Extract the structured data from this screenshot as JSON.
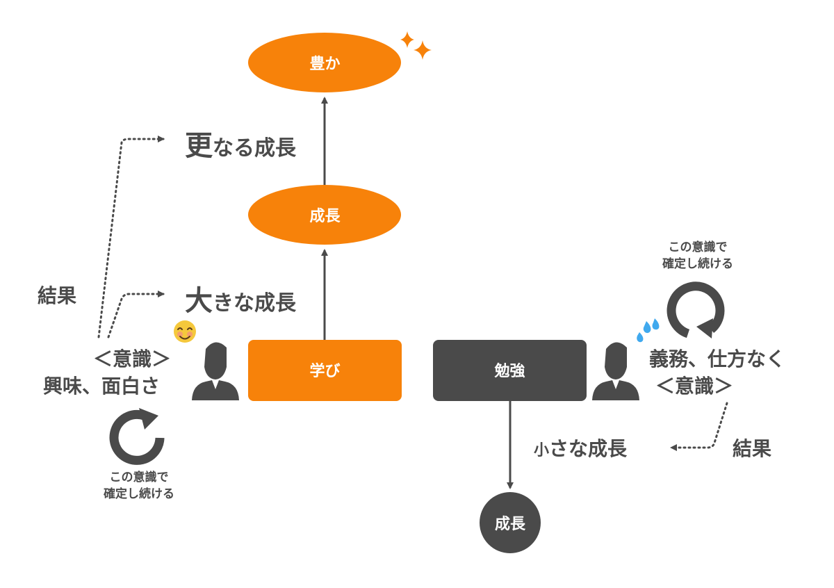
{
  "colors": {
    "orange": "#f7820a",
    "dark": "#4a4a4a",
    "text": "#4a4a4a",
    "white": "#ffffff",
    "sweat": "#40a9ee",
    "smiley": "#f5c83c"
  },
  "icons": {
    "person": "person-silhouette-icon",
    "cycle": "circular-arrow-icon",
    "sparkle": "sparkle-icon",
    "smiley": "smiling-face-icon",
    "sweat": "sweat-droplets-icon"
  },
  "nodes": {
    "top_goal": "豊か",
    "upper_growth": "成長",
    "learning": "学び",
    "study": "勉強",
    "bottom_growth": "成長"
  },
  "left": {
    "further_growth": {
      "big": "更",
      "rest": "なる成長"
    },
    "big_growth": {
      "big": "大",
      "rest": "きな成長"
    },
    "result": "結果",
    "mindset_line1": "＜意識＞",
    "mindset_line2": "興味、面白さ",
    "cycle_note_line1": "この意識で",
    "cycle_note_line2": "確定し続ける"
  },
  "right": {
    "cycle_note_line1": "この意識で",
    "cycle_note_line2": "確定し続ける",
    "mindset_line1": "義務、仕方なく",
    "mindset_line2": "＜意識＞",
    "small_growth": {
      "small": "小",
      "rest": "さな成長"
    },
    "result": "結果"
  }
}
